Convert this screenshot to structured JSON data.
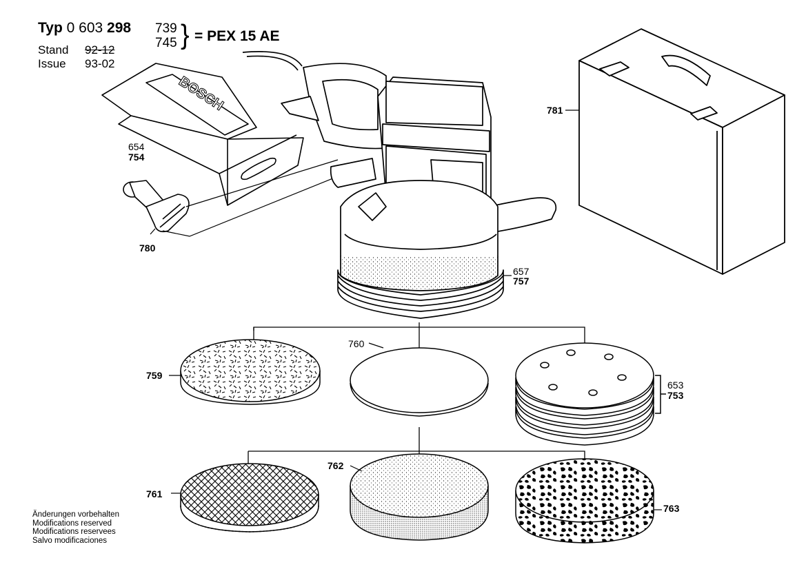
{
  "header": {
    "typ_label": "Typ",
    "typ_prefix": "0 603",
    "typ_bold": "298",
    "suffix_1": "739",
    "suffix_2": "745",
    "equals_model": "= PEX 15 AE",
    "stand_label": "Stand",
    "stand_value": "92-12",
    "issue_label": "Issue",
    "issue_value": "93-02"
  },
  "bag_logo": "BOSCH",
  "parts": {
    "p654": "654",
    "p754": "754",
    "p780": "780",
    "p781": "781",
    "p657": "657",
    "p757": "757",
    "p759": "759",
    "p760": "760",
    "p653": "653",
    "p753": "753",
    "p761": "761",
    "p762": "762",
    "p763": "763"
  },
  "notes": [
    "Änderungen vorbehalten",
    "Modifications reserved",
    "Modifications reservees",
    "Salvo modificaciones"
  ]
}
